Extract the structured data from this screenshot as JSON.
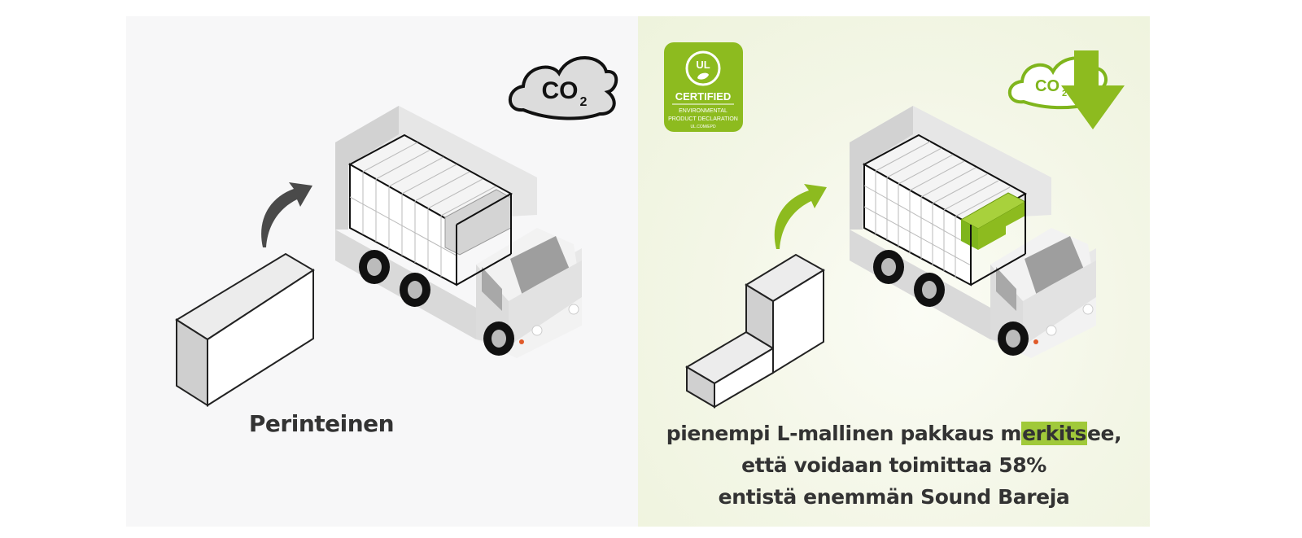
{
  "left_panel": {
    "cloud_label": "CO",
    "cloud_subscript": "2",
    "caption": "Perinteinen"
  },
  "right_panel": {
    "badge": {
      "logo_text": "UL",
      "title": "CERTIFIED",
      "line1": "ENVIRONMENTAL",
      "line2": "PRODUCT DECLARATION",
      "line3": "UL.COM/EPD"
    },
    "cloud_label": "CO",
    "cloud_subscript": "2",
    "caption": {
      "line1_pre": "pienempi L-mallinen pakkaus m",
      "line1_highlight": "erkits",
      "line1_post": "ee,",
      "line2": "että voidaan toimittaa 58%",
      "line3": "entistä enemmän Sound Bareja"
    }
  },
  "colors": {
    "accent_green": "#8dbb1f",
    "highlight_green": "#a0c93a",
    "text_dark": "#333333"
  }
}
